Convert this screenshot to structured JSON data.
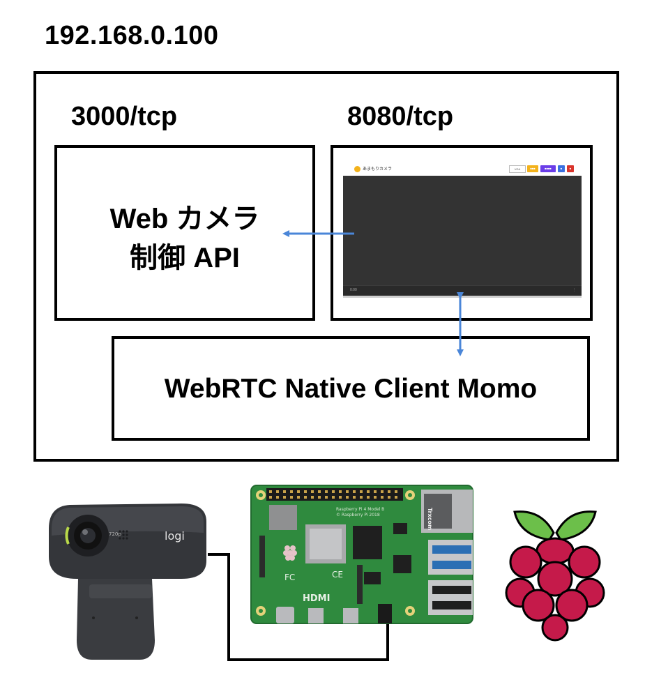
{
  "host": {
    "ip": "192.168.0.100"
  },
  "services": {
    "api": {
      "port": "3000/tcp",
      "line1": "Web カメラ",
      "line2": "制御 API"
    },
    "web": {
      "port": "8080/tcp",
      "mini_ui": {
        "app_name": "あまもりカメラ",
        "select_value": "VGA",
        "buttons": [
          {
            "label": "■■■",
            "color": "#f3b21b"
          },
          {
            "label": "■■■■",
            "color": "#6a3de8"
          },
          {
            "label": "■",
            "color": "#3b6fe0"
          },
          {
            "label": "■",
            "color": "#d9342b"
          }
        ],
        "time": "0:00"
      }
    },
    "momo": {
      "label": "WebRTC Native Client Momo"
    }
  },
  "hardware": {
    "camera_brand": "logi",
    "camera_resolution": "720p",
    "board_title": "Raspberry Pi 4 Model B",
    "board_copyright": "© Raspberry Pi 2018",
    "port_label": "HDMI",
    "eth_brand": "Trxcom",
    "ce": "CE"
  },
  "colors": {
    "arrow": "#4a86d8",
    "line": "#000000"
  }
}
